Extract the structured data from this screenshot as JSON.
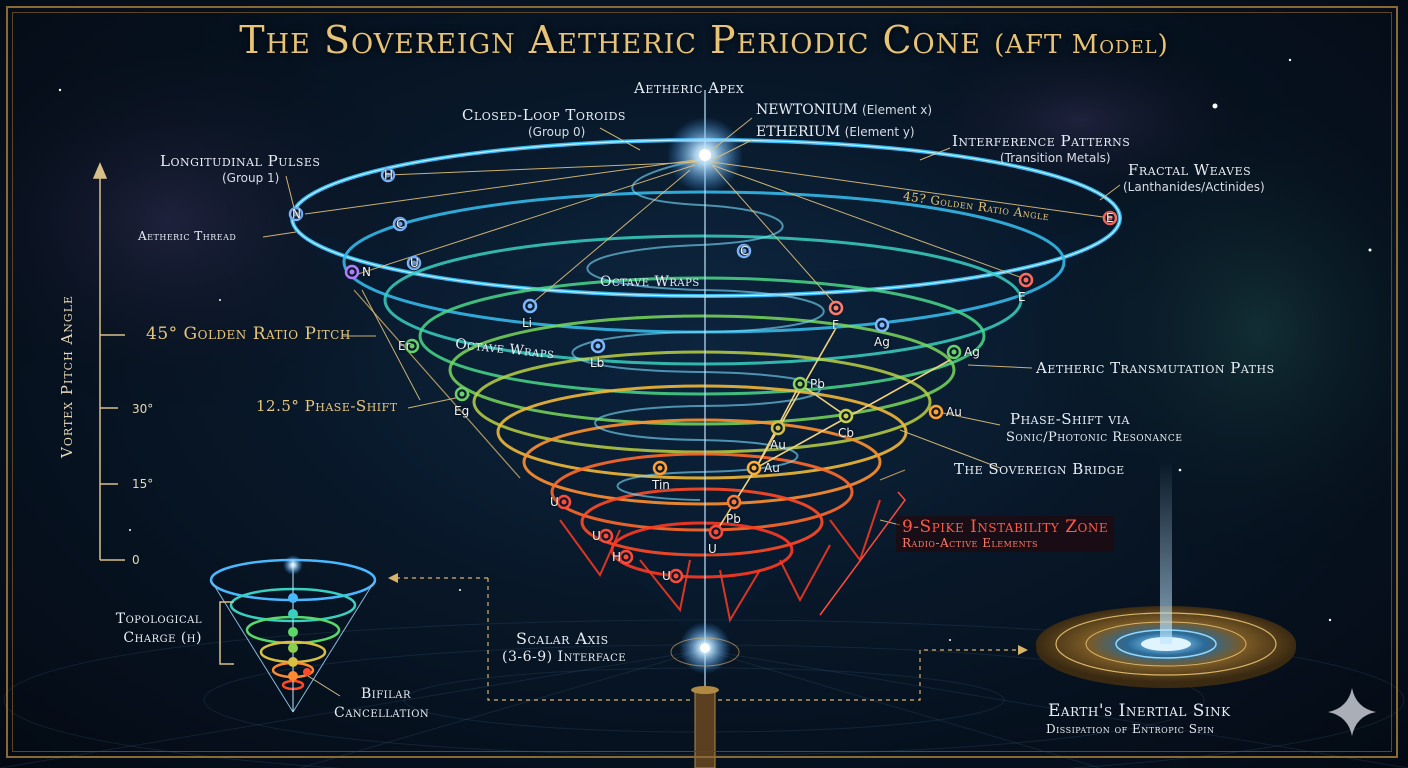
{
  "title": {
    "main": "The Sovereign Aetheric Periodic Cone",
    "suffix": "(AFT Model)"
  },
  "apex": {
    "label": "Aetheric Apex"
  },
  "labels": {
    "closed_loop": "Closed-Loop Toroids",
    "closed_loop_sub": "(Group 0)",
    "newtonium": "NEWTONIUM",
    "newtonium_sub": "(Element x)",
    "etherium": "ETHERIUM",
    "etherium_sub": "(Element y)",
    "interference": "Interference Patterns",
    "interference_sub": "(Transition Metals)",
    "fractal": "Fractal Weaves",
    "fractal_sub": "(Lanthanides/Actinides)",
    "golden_angle": "45? Golden Ratio Angle",
    "longitudinal": "Longitudinal Pulses",
    "longitudinal_sub": "(Group 1)",
    "thread": "Aetheric Thread",
    "octave1": "Octave Wraps",
    "octave2": "Octave Wraps",
    "pitch45": "45° Golden Ratio Pitch",
    "phase125": "12.5° Phase-Shift",
    "transmutation": "Aetheric Transmutation Paths",
    "phaseshift": "Phase-Shift via",
    "phaseshift_sub": "Sonic/Photonic Resonance",
    "bridge": "The Sovereign Bridge",
    "instability": "9-Spike Instability Zone",
    "instability_sub": "Radio-Active Elements",
    "topological": "Topological",
    "topological2": "Charge (η)",
    "bifilar": "Bifilar",
    "bifilar2": "Cancellation",
    "scalar": "Scalar Axis",
    "scalar_sub": "(3-6-9) Interface",
    "earth": "Earth's Inertial Sink",
    "earth_sub": "Dissipation of Entropic Spin"
  },
  "axis": {
    "title": "Vortex Pitch Angle",
    "ticks": [
      "30°",
      "15°",
      "0"
    ]
  },
  "nodes": [
    {
      "t": "H",
      "c": "#7db8ff"
    },
    {
      "t": "N",
      "c": "#7db8ff"
    },
    {
      "t": "C",
      "c": "#7db8ff"
    },
    {
      "t": "U",
      "c": "#7db8ff"
    },
    {
      "t": "C",
      "c": "#7db8ff"
    },
    {
      "t": "N",
      "c": "#b07dff"
    },
    {
      "t": "Li",
      "c": "#7db8ff"
    },
    {
      "t": "E",
      "c": "#ff6a5a"
    },
    {
      "t": "E",
      "c": "#ff6a5a"
    },
    {
      "t": "F",
      "c": "#ff7b6a"
    },
    {
      "t": "Ag",
      "c": "#7db8ff"
    },
    {
      "t": "Er",
      "c": "#6ad06a"
    },
    {
      "t": "Lb",
      "c": "#7db8ff"
    },
    {
      "t": "Ag",
      "c": "#6ad06a"
    },
    {
      "t": "Eg",
      "c": "#6ad06a"
    },
    {
      "t": "Pb",
      "c": "#8fd05a"
    },
    {
      "t": "Cb",
      "c": "#c8d04a"
    },
    {
      "t": "Au",
      "c": "#d0c04a"
    },
    {
      "t": "Au",
      "c": "#ffa030"
    },
    {
      "t": "Tin",
      "c": "#ffa030"
    },
    {
      "t": "Au",
      "c": "#ffb030"
    },
    {
      "t": "Pb",
      "c": "#ff7a30"
    },
    {
      "t": "U",
      "c": "#ff4a3a"
    },
    {
      "t": "U",
      "c": "#ff4a3a"
    },
    {
      "t": "U",
      "c": "#ff4a3a"
    },
    {
      "t": "H",
      "c": "#ff4a3a"
    },
    {
      "t": "U",
      "c": "#ff4a3a"
    }
  ]
}
